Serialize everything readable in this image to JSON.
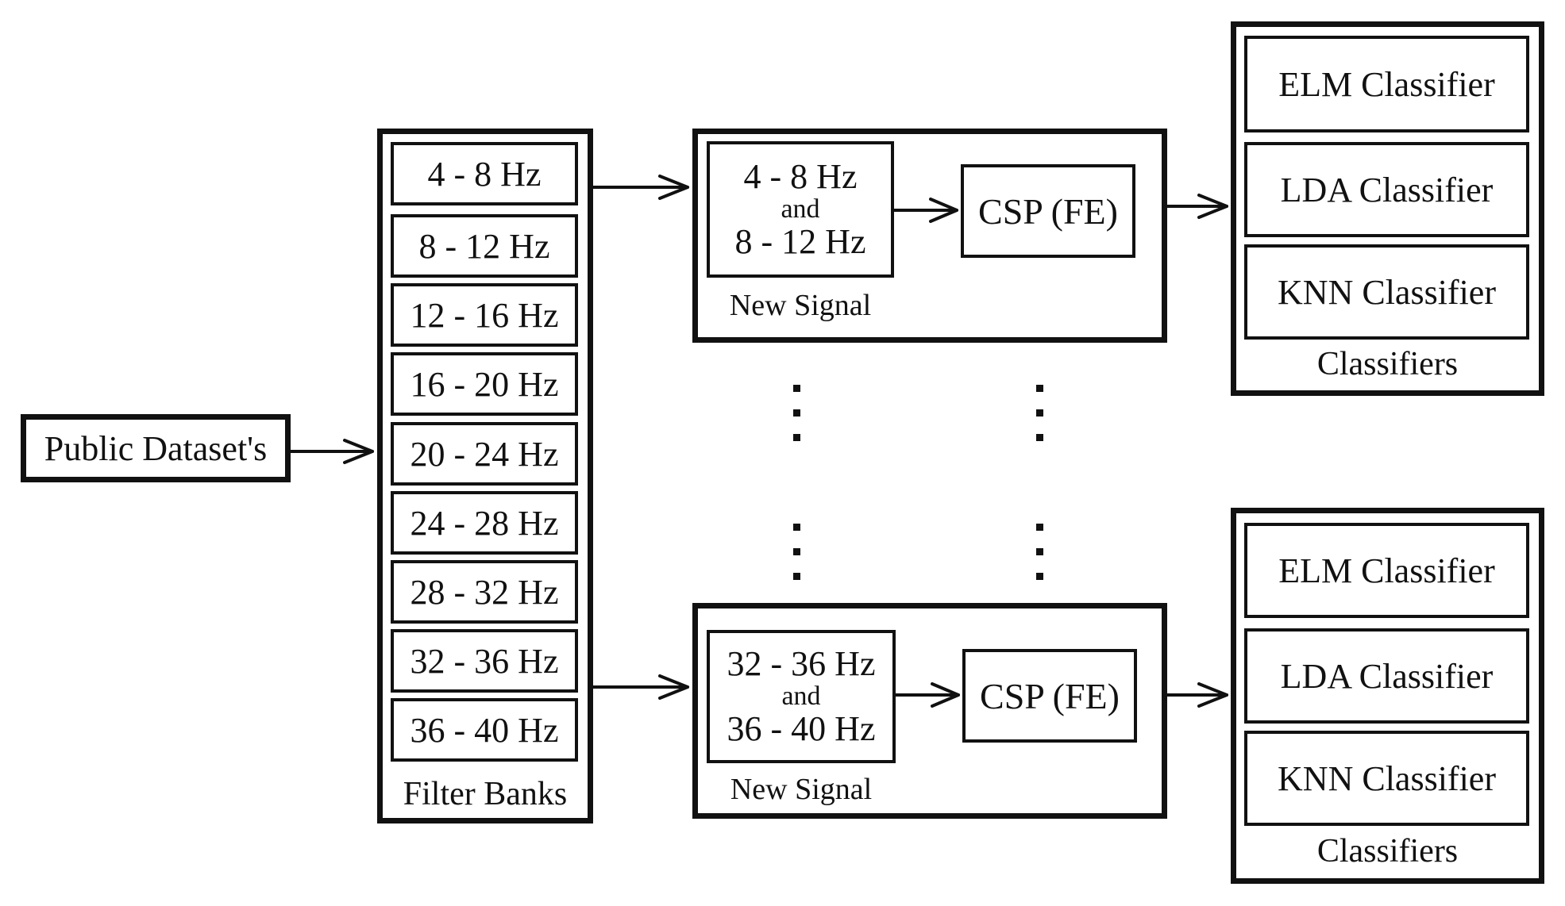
{
  "source": {
    "label": "Public Dataset's"
  },
  "filter_banks": {
    "caption": "Filter Banks",
    "bands": [
      "4 - 8 Hz",
      "8 - 12 Hz",
      "12 - 16 Hz",
      "16 - 20 Hz",
      "20 - 24 Hz",
      "24 - 28 Hz",
      "28 - 32 Hz",
      "32 - 36 Hz",
      "36 - 40 Hz"
    ]
  },
  "signal_top": {
    "band_a": "4 - 8 Hz",
    "conjunction": "and",
    "band_b": "8 - 12 Hz",
    "caption": "New Signal",
    "feature_extractor": "CSP (FE)"
  },
  "signal_bottom": {
    "band_a": "32 - 36 Hz",
    "conjunction": "and",
    "band_b": "36 - 40 Hz",
    "caption": "New Signal",
    "feature_extractor": "CSP (FE)"
  },
  "classifiers_top": {
    "caption": "Classifiers",
    "items": [
      "ELM Classifier",
      "LDA Classifier",
      "KNN Classifier"
    ]
  },
  "classifiers_bottom": {
    "caption": "Classifiers",
    "items": [
      "ELM Classifier",
      "LDA Classifier",
      "KNN Classifier"
    ]
  }
}
